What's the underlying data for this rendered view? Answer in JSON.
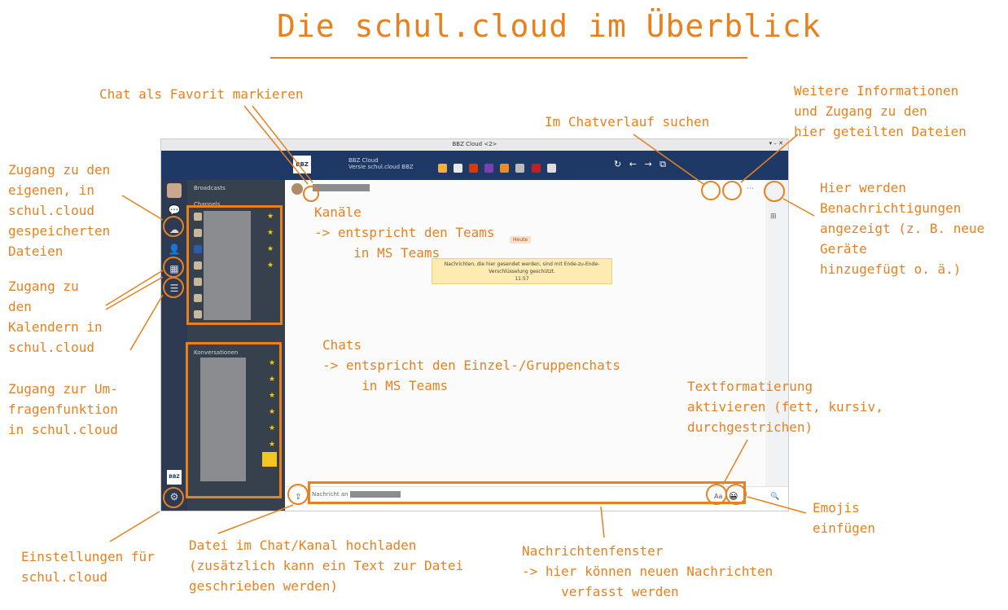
{
  "title": "Die schul.cloud im Überblick",
  "app": {
    "window_title": "BBZ Cloud <2>",
    "org_line1": "BBZ Cloud",
    "org_line2": "Versie schul.cloud BBZ",
    "logo_text": "BBZ",
    "broadcasts_label": "Broadcasts",
    "channels_label": "Channels",
    "conversations_label": "Konversationen",
    "heute_label": "Heute",
    "notice_text": "Nachrichten, die hier gesendet werden, sind mit Ende-zu-Ende-Verschlüsselung geschützt.",
    "notice_time": "11:57",
    "message_placeholder": "Nachricht an",
    "format_label": "Aa",
    "accent": "#e8801e",
    "topbar_color": "#1f3966",
    "star_color": "#f3c623"
  },
  "annotations": {
    "favorite": "Chat als Favorit markieren",
    "search": "Im Chatverlauf suchen",
    "info": "Weitere Informationen\nund Zugang zu den\nhier geteilten Dateien",
    "files": "Zugang zu den\neigenen, in\nschul.cloud\ngespeicherten\nDateien",
    "notifications": "Hier werden\nBenachrichtigungen\nangezeigt (z. B. neue\nGeräte\nhinzugefügt o. ä.)",
    "channels": "Kanäle\n-> entspricht den Teams\n     in MS Teams",
    "calendar": "Zugang zu\nden\nKalendern in\nschul.cloud",
    "chats": "Chats\n-> entspricht den Einzel-/Gruppenchats\n     in MS Teams",
    "survey": "Zugang zur Um-\nfragenfunktion\nin schul.cloud",
    "formatting": "Textformatierung\naktivieren (fett, kursiv,\ndurchgestrichen)",
    "emoji": "Emojis\neinfügen",
    "settings": "Einstellungen für\nschul.cloud",
    "upload": "Datei im Chat/Kanal hochladen\n(zusätzlich kann ein Text zur Datei\ngeschrieben werden)",
    "message_window": "Nachrichtenfenster\n-> hier können neuen Nachrichten\n     verfasst werden"
  }
}
